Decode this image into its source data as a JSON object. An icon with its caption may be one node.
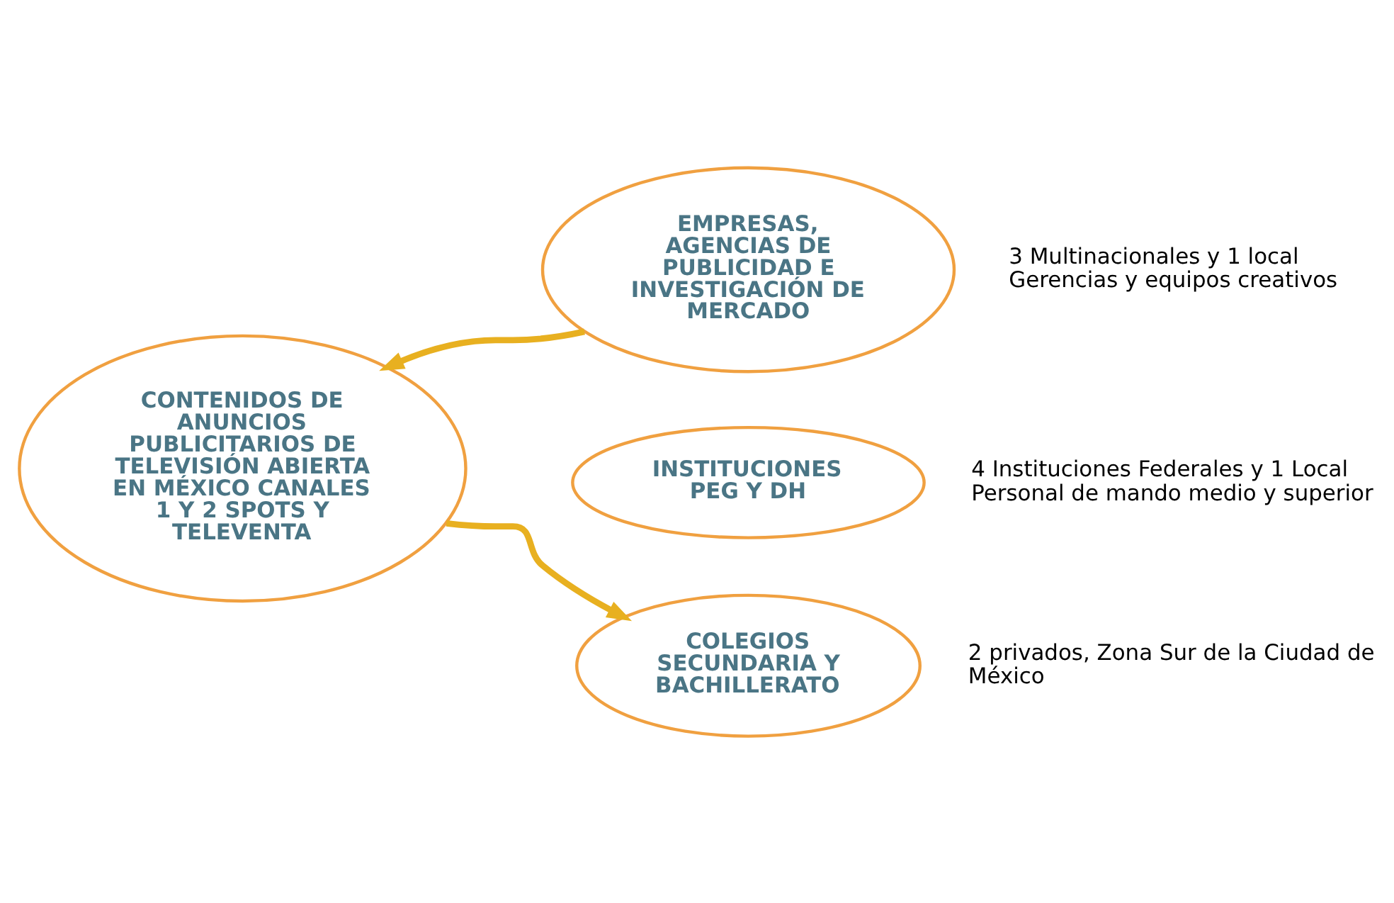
{
  "diagram": {
    "nodes": [
      {
        "text": [
          "CONTENIDOS DE ANUNCIOS PUBLICITARIOS DE TELEVISIÓN ABIERTA EN MÉXICO CANALES 1 Y 2 SPOTS Y TELEVENTA"
        ]
      },
      {
        "text": [
          "EMPRESAS, AGENCIAS DE PUBLICIDAD E INVESTIGACIÓN DE MERCADO"
        ],
        "beside": [
          "3 Multinacionales y 1 local",
          "Gerencias y equipos creativos"
        ]
      },
      {
        "text": [
          "INSTITUCIONES PEG Y DH"
        ],
        "beside": [
          "4 Instituciones Federales y 1 Local",
          "Personal de mando medio y superior"
        ]
      },
      {
        "text": [
          "COLEGIOS SECUNDARIA Y BACHILLERATO"
        ],
        "beside": [
          "2 privados, Zona Sur de la Ciudad de México"
        ]
      }
    ],
    "edges": [
      {
        "from": 1,
        "to": 0,
        "arrow": "to"
      },
      {
        "from": 0,
        "to": 3,
        "arrow": "to"
      }
    ]
  }
}
